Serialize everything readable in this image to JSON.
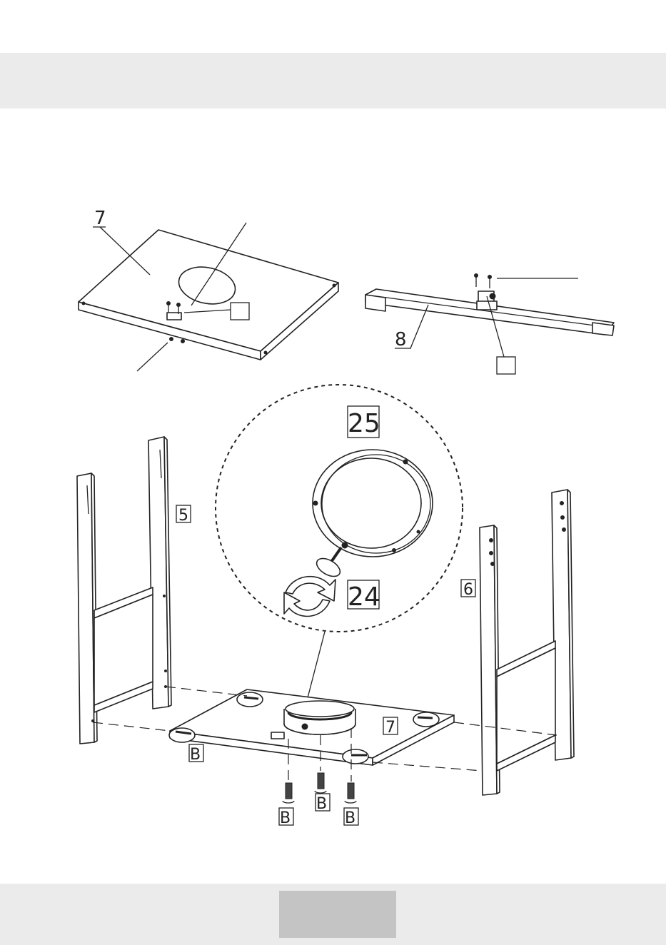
{
  "labels": {
    "part_7_top": "7",
    "part_8": "8",
    "part_5": "5",
    "part_6": "6",
    "part_7_bottom": "7",
    "part_25": "25",
    "part_24": "24",
    "screw_b1": "B",
    "screw_b2": "B",
    "screw_b3": "B",
    "screw_b4": "B"
  },
  "icons": [
    "rotate-arrows-icon",
    "screw-icon"
  ]
}
